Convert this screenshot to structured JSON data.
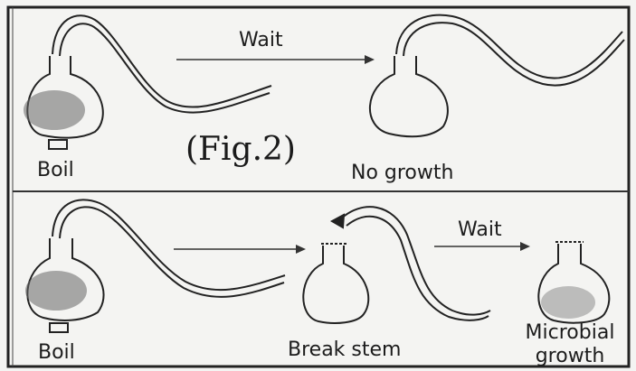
{
  "figure_label": "(Fig.2)",
  "top_row": {
    "step1_label": "Boil",
    "arrow_label": "Wait",
    "result_label": "No growth"
  },
  "bottom_row": {
    "step1_label": "Boil",
    "step2_label": "Break stem",
    "arrow_label": "Wait",
    "result_label_line1": "Microbial",
    "result_label_line2": "growth"
  },
  "colors": {
    "ink": "#1c1c1c",
    "paper": "#f4f4f2"
  }
}
